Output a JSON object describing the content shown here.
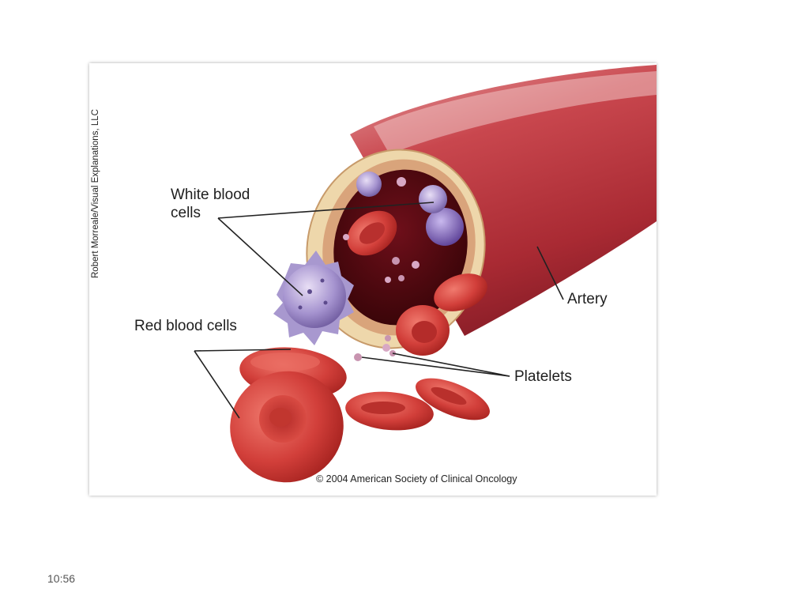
{
  "figure": {
    "labels": {
      "white_blood_cells": "White blood cells",
      "red_blood_cells": "Red blood cells",
      "artery": "Artery",
      "platelets": "Platelets"
    },
    "credit": "Robert Morreale/Visual Explanations, LLC",
    "copyright": "© 2004 American Society of Clinical Oncology"
  },
  "slide": {
    "timestamp": "10:56"
  },
  "colors": {
    "artery_red": "#b8323c",
    "artery_wall": "#e9cfa0",
    "red_cell": "#cf3a38",
    "white_cell": "#9a86c4",
    "platelet": "#c894b0"
  }
}
